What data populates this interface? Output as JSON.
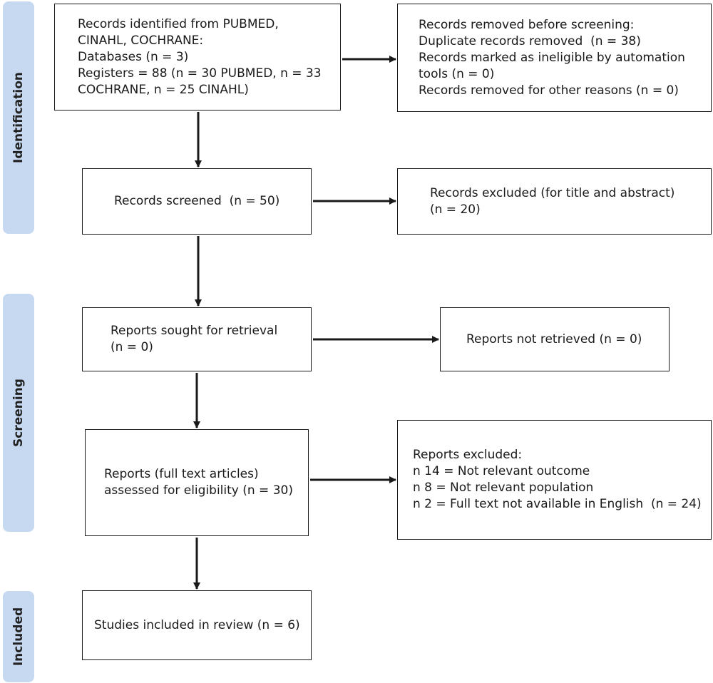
{
  "phases": {
    "identification": "Identification",
    "screening": "Screening",
    "included": "Included"
  },
  "boxes": {
    "records_identified": [
      "Records identified from PUBMED,",
      "CINAHL, COCHRANE:",
      "Databases (n = 3)",
      "Registers = 88 (n = 30 PUBMED, n = 33",
      "COCHRANE, n = 25 CINAHL)"
    ],
    "records_removed": [
      "Records removed before screening:",
      "Duplicate records removed  (n = 38)",
      "Records marked as ineligible by automation",
      "tools (n = 0)",
      "Records removed for other reasons (n = 0)"
    ],
    "records_screened": [
      "Records screened  (n = 50)"
    ],
    "records_excluded": [
      "Records excluded (for title and abstract)",
      "(n = 20)"
    ],
    "reports_sought": [
      "Reports sought for retrieval",
      "(n = 0)"
    ],
    "reports_not_retrieved": [
      "Reports not retrieved (n = 0)"
    ],
    "reports_assessed": [
      "Reports (full text articles)",
      "assessed for eligibility (n = 30)"
    ],
    "reports_excluded": [
      "Reports excluded:",
      "n 14 = Not relevant outcome",
      "n 8 = Not relevant population",
      "n 2 = Full text not available in English  (n = 24)"
    ],
    "studies_included": [
      "Studies included in review (n = 6)"
    ]
  }
}
